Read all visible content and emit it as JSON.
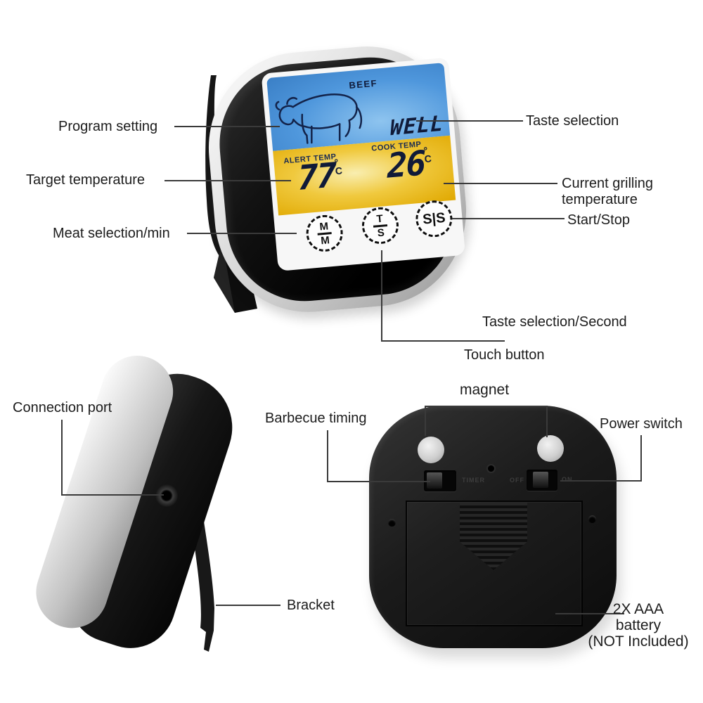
{
  "colors": {
    "screen_blue": "#4f97dc",
    "screen_blue_light": "#8ec4ef",
    "screen_yellow": "#e0a800",
    "screen_yellow_light": "#f9eeb0",
    "lcd_ink": "#101a38",
    "annotation_line": "#3a3a3a",
    "label_text": "#1c1c1c"
  },
  "front_view": {
    "display": {
      "meat_type": "BEEF",
      "doneness": "WELL",
      "alert_temp_label": "ALERT TEMP",
      "alert_temp_value": "77",
      "alert_temp_unit": "°C",
      "cook_temp_label": "COOK TEMP",
      "cook_temp_value": "26",
      "cook_temp_unit": "°C"
    },
    "buttons": {
      "meat_min_top": "M",
      "meat_min_bottom": "M",
      "taste_sec_top": "T",
      "taste_sec_bottom": "S",
      "start_stop": "S|S"
    }
  },
  "back_view": {
    "timer_switch_label": "TIMER",
    "power_off_label": "OFF",
    "power_on_label": "ON"
  },
  "annotations": {
    "program_setting": "Program setting",
    "target_temperature": "Target temperature",
    "meat_selection_min": "Meat selection/min",
    "taste_selection": "Taste selection",
    "current_grilling_line1": "Current grilling",
    "current_grilling_line2": "temperature",
    "start_stop": "Start/Stop",
    "taste_selection_second": "Taste selection/Second",
    "touch_button": "Touch button",
    "connection_port": "Connection port",
    "bracket": "Bracket",
    "barbecue_timing": "Barbecue timing",
    "magnet": "magnet",
    "power_switch": "Power switch",
    "battery_line1": "2X AAA",
    "battery_line2": "battery",
    "battery_line3": "(NOT Included)"
  }
}
